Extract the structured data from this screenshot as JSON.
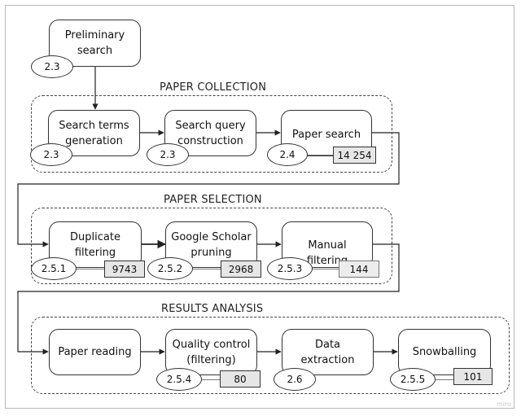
{
  "watermark": "miro",
  "sections": {
    "collection": "PAPER COLLECTION",
    "selection": "PAPER SELECTION",
    "analysis": "RESULTS ANALYSIS"
  },
  "steps": {
    "preliminary": {
      "line1": "Preliminary",
      "line2": "search",
      "ref": "2.3"
    },
    "search_terms": {
      "line1": "Search terms",
      "line2": "generation",
      "ref": "2.3"
    },
    "query_construction": {
      "line1": "Search query",
      "line2": "construction",
      "ref": "2.3"
    },
    "paper_search": {
      "line1": "Paper search",
      "ref": "2.4",
      "count": "14 254"
    },
    "duplicate": {
      "line1": "Duplicate",
      "line2": "filtering",
      "ref": "2.5.1",
      "count": "9743"
    },
    "scholar": {
      "line1": "Google Scholar",
      "line2": "pruning",
      "ref": "2.5.2",
      "count": "2968"
    },
    "manual": {
      "line1": "Manual filtering",
      "ref": "2.5.3",
      "count": "144"
    },
    "reading": {
      "line1": "Paper reading"
    },
    "quality": {
      "line1": "Quality control",
      "line2": "(filtering)",
      "ref": "2.5.4",
      "count": "80"
    },
    "extraction": {
      "line1": "Data extraction",
      "ref": "2.6"
    },
    "snowballing": {
      "line1": "Snowballing",
      "ref": "2.5.5",
      "count": "101"
    }
  }
}
